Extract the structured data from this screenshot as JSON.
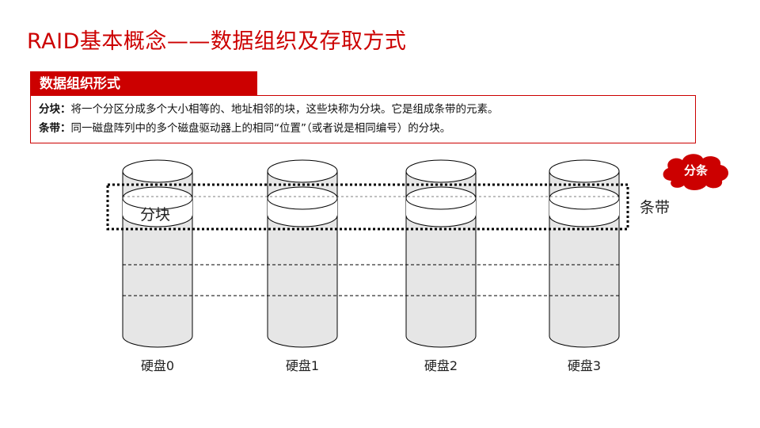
{
  "title": "RAID基本概念——数据组织及存取方式",
  "section": {
    "header": "数据组织形式",
    "definitions": [
      {
        "term": "分块：",
        "text": "将一个分区分成多个大小相等的、地址相邻的块，这些块称为分块。它是组成条带的元素。"
      },
      {
        "term": "条带：",
        "text": "同一磁盘阵列中的多个磁盘驱动器上的相同“位置”（或者说是相同编号）的分块。"
      }
    ]
  },
  "badge": "分条",
  "diagram": {
    "block_label": "分块",
    "stripe_label": "条带",
    "disks": [
      "硬盘0",
      "硬盘1",
      "硬盘2",
      "硬盘3"
    ]
  },
  "colors": {
    "accent": "#cc0000",
    "disk_fill": "#e6e6e6",
    "disk_stroke": "#000000"
  }
}
